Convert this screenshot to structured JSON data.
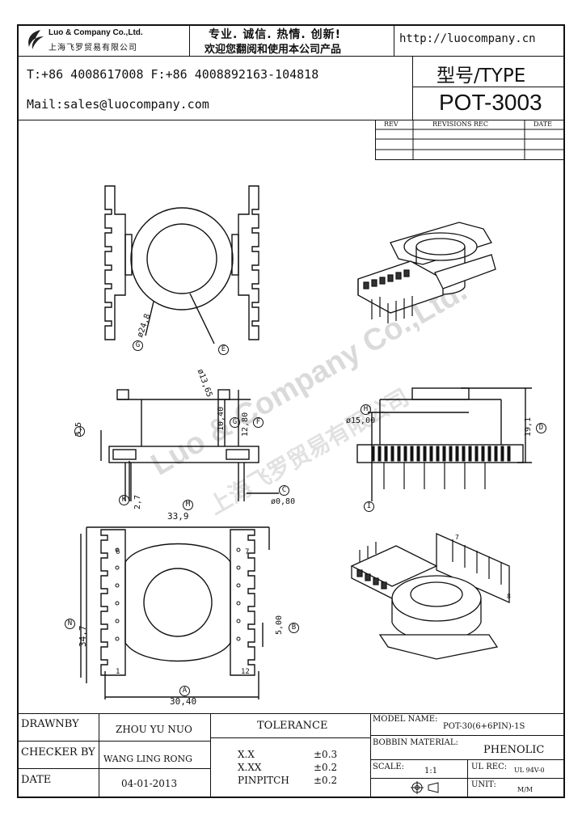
{
  "header": {
    "company_name": "Luo & Company Co.,Ltd.",
    "company_name_cn": "上海飞罗贸易有限公司",
    "slogan_line1": "专业. 诚信. 热情. 创新!",
    "slogan_line2": "欢迎您翻阅和使用本公司产品",
    "website": "http://luocompany.cn",
    "phone_fax": "T:+86 4008617008 F:+86 4008892163-104818",
    "mail": "Mail:sales@luocompany.com",
    "type_label": "型号/TYPE",
    "part_number": "POT-3003"
  },
  "revisions": {
    "col_rev": "REV",
    "col_revisions": "REVISIONS REC",
    "col_date": "DATE"
  },
  "drawing": {
    "watermark": "Luo & Company Co.,Ltd.",
    "watermark_cn": "上海飞罗贸易有限公司",
    "callouts": {
      "G_label": "G",
      "G_dim": "ø24,8",
      "E_label": "E",
      "E_dim": "ø13,65",
      "J_label": "J",
      "J_dim": "3,5",
      "K_label": "K",
      "K_dim": "2,7",
      "G2_label": "G",
      "G2_dim": "10,40",
      "F_label": "F",
      "F_dim": "12,80",
      "C_label": "C",
      "C_dim": "ø0,80",
      "H_label": "H",
      "H_dim": "ø15,00",
      "D_label": "D",
      "D_dim": "19,1",
      "I_label": "I",
      "M_label": "M",
      "M_dim": "33,9",
      "N_label": "N",
      "N_dim": "34,7",
      "B_label": "B",
      "B_dim": "5,00",
      "A_label": "A",
      "A_dim": "30,40",
      "pin6": "6",
      "pin7": "7",
      "pin1": "1",
      "pin12": "12",
      "iso_pin7": "7",
      "iso_pin8": "8"
    }
  },
  "title_block": {
    "drawnby_label": "DRAWNBY",
    "drawnby_value": "ZHOU YU NUO",
    "checker_label": "CHECKER BY",
    "checker_value": "WANG LING RONG",
    "date_label": "DATE",
    "date_value": "04-01-2013",
    "tolerance_label": "TOLERANCE",
    "tol_rows": [
      {
        "k": "X.X",
        "v": "±0.3"
      },
      {
        "k": "X.XX",
        "v": "±0.2"
      },
      {
        "k": "PINPITCH",
        "v": "±0.2"
      }
    ],
    "model_name_label": "MODEL NAME:",
    "model_name_value": "POT-30(6+6PIN)-1S",
    "bobbin_label": "BOBBIN MATERIAL:",
    "bobbin_value": "PHENOLIC",
    "scale_label": "SCALE:",
    "scale_value": "1:1",
    "ul_label": "UL REC:",
    "ul_value": "UL 94V-0",
    "unit_label": "UNIT:",
    "unit_value": "M/M"
  }
}
